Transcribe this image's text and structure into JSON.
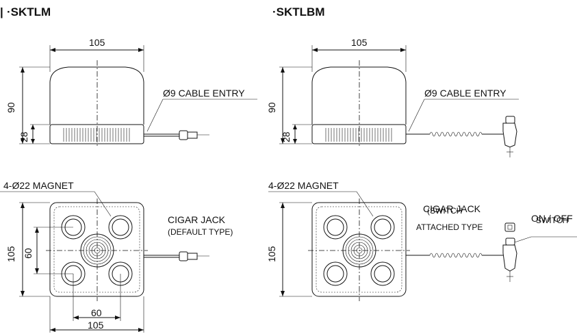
{
  "titles": {
    "left": "·SKTLM",
    "right": "·SKTLBM",
    "left_mark": "|"
  },
  "top_left": {
    "width": "105",
    "height": "90",
    "base": "28",
    "cable": "Ø9 CABLE ENTRY"
  },
  "top_right": {
    "width": "105",
    "height": "90",
    "base": "28",
    "cable": "Ø9 CABLE ENTRY"
  },
  "bottom_left": {
    "magnet": "4-Ø22 MAGNET",
    "jack_line1": "CIGAR JACK",
    "jack_line2": "(DEFAULT TYPE)",
    "height_outer": "105",
    "height_inner": "60",
    "width_inner": "60",
    "width_outer": "105"
  },
  "bottom_right": {
    "magnet": "4-Ø22 MAGNET",
    "jack_line1": "CIGAR JACK",
    "jack_overlap": "(SWITCH",
    "jack_line2": "ATTACHED TYPE",
    "switch_line1": "ON / OFF",
    "switch_line2": "SWITCH",
    "height_outer": "105"
  }
}
